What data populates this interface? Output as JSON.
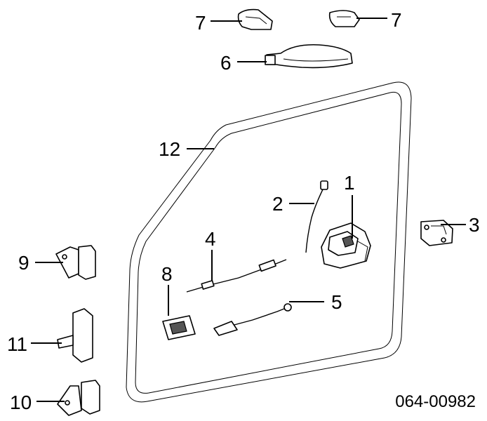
{
  "callouts": {
    "c1": "1",
    "c2": "2",
    "c3": "3",
    "c4": "4",
    "c5": "5",
    "c6": "6",
    "c7a": "7",
    "c7b": "7",
    "c8": "8",
    "c9": "9",
    "c10": "10",
    "c11": "11",
    "c12": "12"
  },
  "diagram_code": "064-00982"
}
